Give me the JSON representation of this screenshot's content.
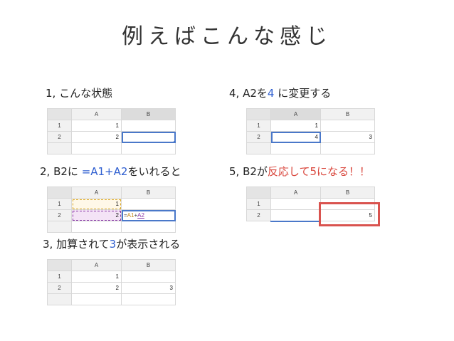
{
  "title": "例えばこんな感じ",
  "steps": [
    {
      "prefix": "1, こんな状態"
    },
    {
      "prefix": "2, B2に ",
      "highlight": "=A1+A2",
      "suffix": "をいれると"
    },
    {
      "prefix": "3, 加算されて",
      "highlight": "3",
      "suffix": "が表示される"
    },
    {
      "prefix": "4, A2を",
      "highlight": "4",
      "suffix": " に変更する"
    },
    {
      "prefix": "5, B2が",
      "highlight": "反応して5になる！！"
    }
  ],
  "sheet": {
    "col_a": "A",
    "col_b": "B",
    "row1": "1",
    "row2": "2"
  },
  "sheets": [
    {
      "a1": "1",
      "a2": "2",
      "b2": ""
    },
    {
      "a1": "1",
      "a2": "2",
      "formula_eq": "=",
      "formula_a": "A1",
      "formula_plus": "+",
      "formula_b": "A2"
    },
    {
      "a1": "1",
      "a2": "2",
      "b2": "3"
    },
    {
      "a1": "1",
      "a2": "4",
      "b2": "3"
    },
    {
      "a1": "",
      "a2": "",
      "b2": "5"
    }
  ],
  "colors": {
    "blue": "#2f5fd0",
    "red": "#d9463c",
    "selection": "#4a78c9"
  }
}
